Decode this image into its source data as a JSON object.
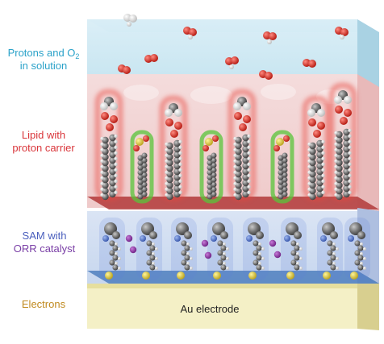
{
  "labels": {
    "protons_line1": "Protons and O",
    "protons_sub": "2",
    "protons_line2": "in solution",
    "lipid_line1": "Lipid with",
    "lipid_line2": "proton carrier",
    "sam_line1": "SAM with",
    "sam_line2": "ORR catalyst",
    "electrons": "Electrons",
    "electrode": "Au electrode"
  },
  "colors": {
    "solution": "#cfe8f2",
    "lipid_layer": "#f1d2d2",
    "sam_layer": "#cfdcf0",
    "electrode": "#f3efc4",
    "lipid_glow": "#e8463e",
    "carrier_glow": "#58c43a",
    "sam_glow": "#5c7fd6",
    "catalyst_dot": "#8e2fa6",
    "sulfur": "#e6cf3a"
  }
}
